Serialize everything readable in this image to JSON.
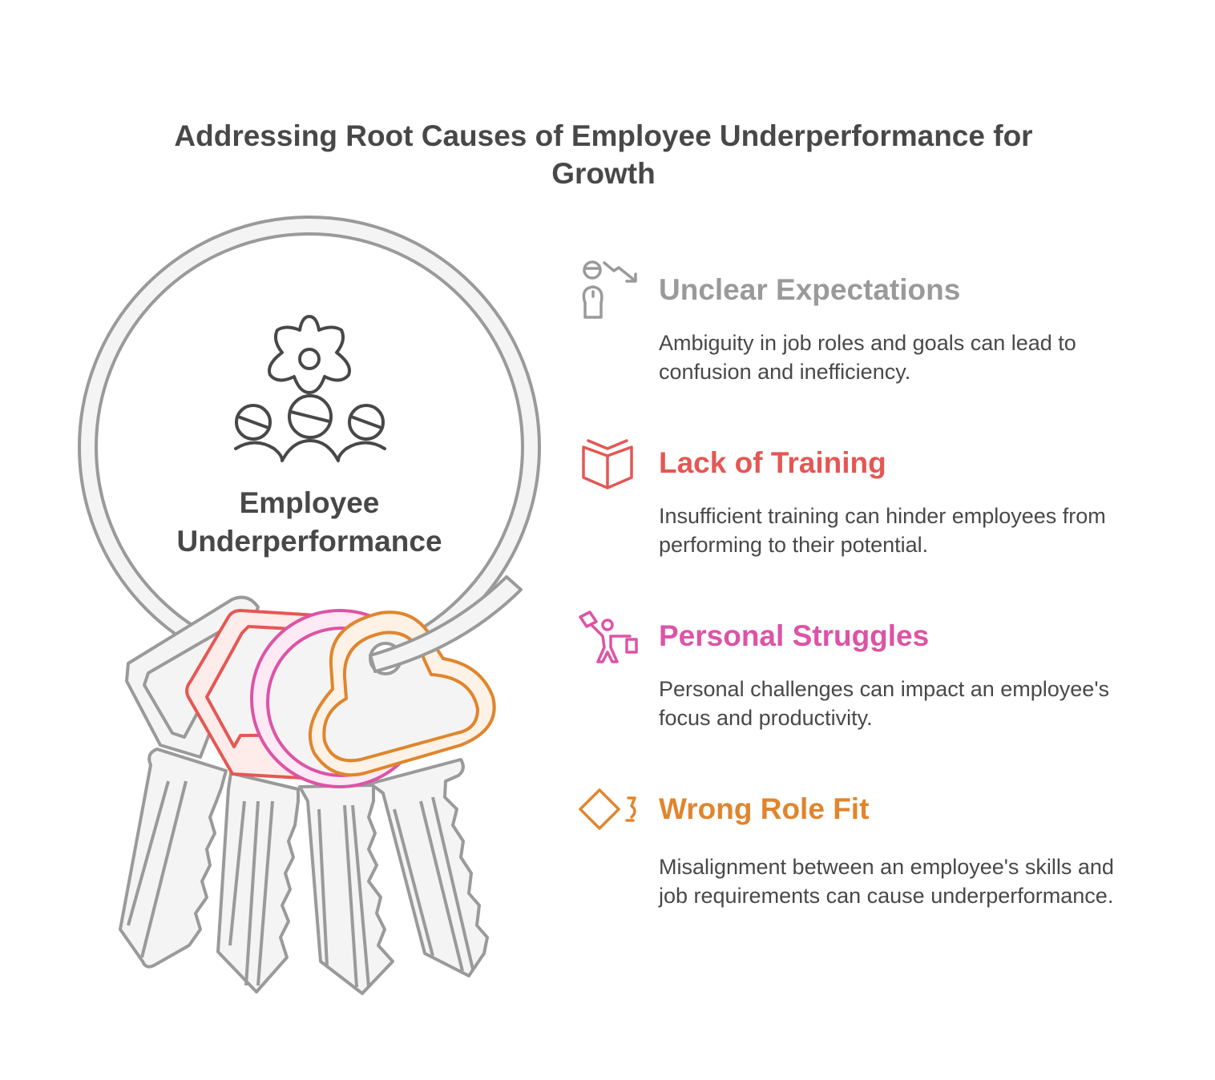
{
  "title": "Addressing Root Causes of Employee Underperformance for Growth",
  "center": {
    "label": "Employee Underperformance",
    "icon": "team-gear-icon"
  },
  "colors": {
    "text": "#484848",
    "neutral": "#9a9a9a",
    "fill": "#f4f4f4",
    "red": "#e55753",
    "pink": "#dd53a6",
    "orange": "#e0852d"
  },
  "items": [
    {
      "heading": "Unclear Expectations",
      "description": "Ambiguity in job roles and goals can lead to confusion and inefficiency.",
      "icon": "person-trend-down-icon",
      "color": "#9a9a9a"
    },
    {
      "heading": "Lack of Training",
      "description": "Insufficient training can hinder employees from performing to their potential.",
      "icon": "open-book-icon",
      "color": "#e55753"
    },
    {
      "heading": "Personal Struggles",
      "description": "Personal challenges can impact an employee's focus and productivity.",
      "icon": "juggling-person-icon",
      "color": "#dd53a6"
    },
    {
      "heading": "Wrong Role Fit",
      "description": "Misalignment between an employee's skills and job requirements can cause underperformance.",
      "icon": "diamond-swap-icon",
      "color": "#e0852d"
    }
  ]
}
